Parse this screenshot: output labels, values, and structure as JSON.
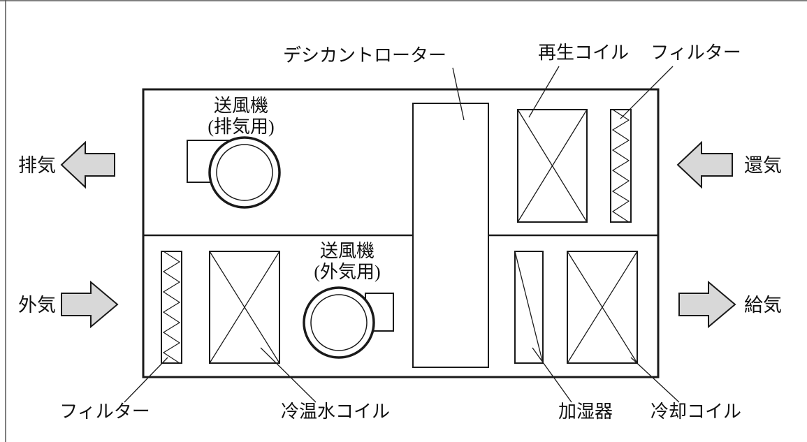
{
  "figure": {
    "components": {
      "desiccant_rotor": {
        "label": "デシカントローター"
      },
      "regeneration_coil": {
        "label": "再生コイル"
      },
      "filter_return": {
        "label": "フィルター"
      },
      "exhaust_fan": {
        "label_line1": "送風機",
        "label_line2": "(排気用)"
      },
      "outdoor_fan": {
        "label_line1": "送風機",
        "label_line2": "(外気用)"
      },
      "filter_outdoor": {
        "label": "フィルター"
      },
      "chilled_hot_water_coil": {
        "label": "冷温水コイル"
      },
      "humidifier": {
        "label": "加湿器"
      },
      "cooling_coil": {
        "label": "冷却コイル"
      }
    },
    "airflows": {
      "exhaust": {
        "label": "排気"
      },
      "return_air": {
        "label": "還気"
      },
      "outdoor": {
        "label": "外気"
      },
      "supply": {
        "label": "給気"
      }
    },
    "colors": {
      "arrow_fill": "#d8d8d8",
      "line": "#1a1a1a",
      "background": "#ffffff"
    }
  }
}
